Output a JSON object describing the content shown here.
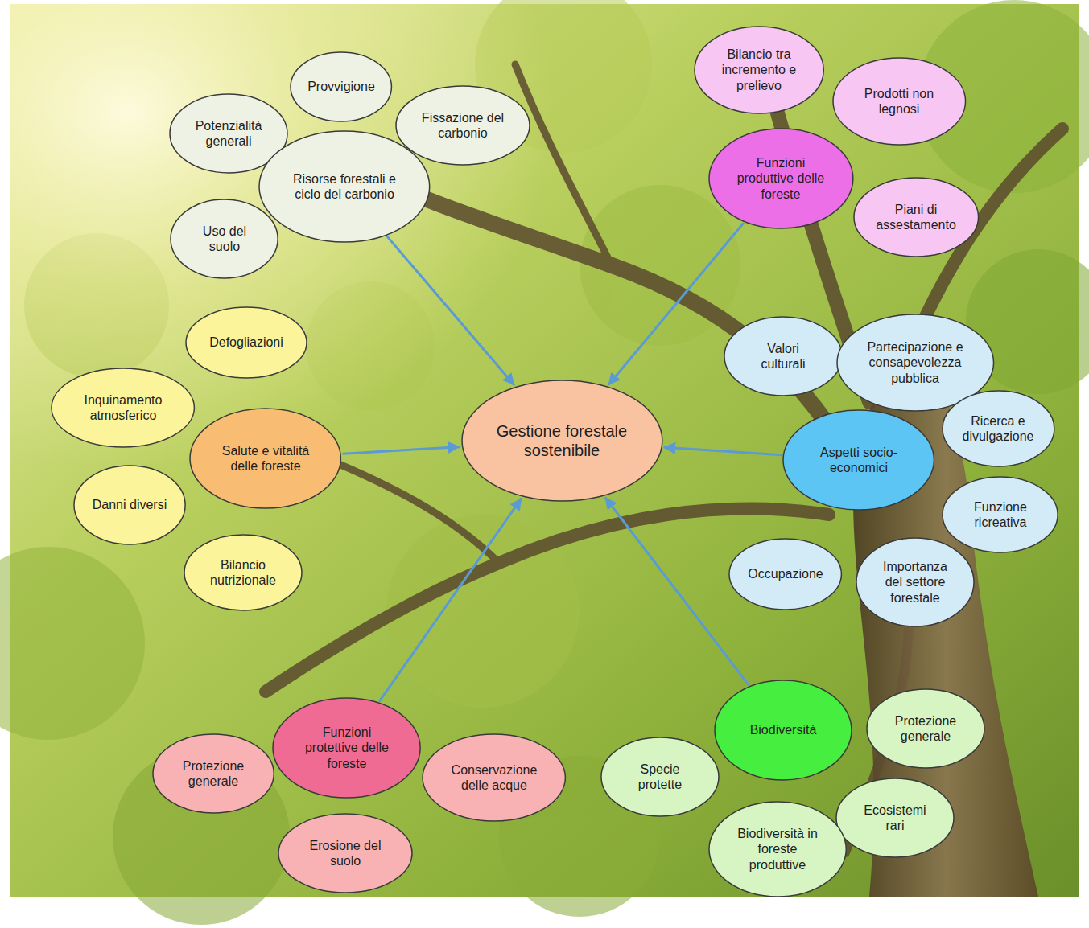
{
  "diagram": {
    "nodes": [
      {
        "text": [
          "Provvigione"
        ]
      },
      {
        "text": [
          "Potenzialità generali"
        ]
      },
      {
        "text": [
          "Fissazione del carbonio"
        ]
      },
      {
        "text": [
          "Risorse forestali e ciclo del carbonio"
        ]
      },
      {
        "text": [
          "Uso del suolo"
        ]
      },
      {
        "text": [
          "Bilancio tra incremento e prelievo"
        ]
      },
      {
        "text": [
          "Prodotti non legnosi"
        ]
      },
      {
        "text": [
          "Funzioni produttive delle foreste"
        ]
      },
      {
        "text": [
          "Piani di assestamento"
        ]
      },
      {
        "text": [
          "Defogliazioni"
        ]
      },
      {
        "text": [
          "Inquinamento atmosferico"
        ]
      },
      {
        "text": [
          "Salute e vitalità delle foreste"
        ]
      },
      {
        "text": [
          "Danni diversi"
        ]
      },
      {
        "text": [
          "Bilancio nutrizionale"
        ]
      },
      {
        "text": [
          "Gestione forestale sostenibile"
        ]
      },
      {
        "text": [
          "Valori culturali"
        ]
      },
      {
        "text": [
          "Partecipazione e consapevolezza pubblica"
        ]
      },
      {
        "text": [
          "Ricerca e divulgazione"
        ]
      },
      {
        "text": [
          "Aspetti socio-economici"
        ]
      },
      {
        "text": [
          "Funzione ricreativa"
        ]
      },
      {
        "text": [
          "Occupazione"
        ]
      },
      {
        "text": [
          "Importanza del settore forestale"
        ]
      },
      {
        "text": [
          "Funzioni protettive delle foreste"
        ]
      },
      {
        "text": [
          "Protezione generale"
        ]
      },
      {
        "text": [
          "Conservazione delle acque"
        ]
      },
      {
        "text": [
          "Erosione del suolo"
        ]
      },
      {
        "text": [
          "Biodiversità"
        ]
      },
      {
        "text": [
          "Protezione generale"
        ]
      },
      {
        "text": [
          "Specie protette"
        ]
      },
      {
        "text": [
          "Ecosistemi rari"
        ]
      },
      {
        "text": [
          "Biodiversità in foreste produttive"
        ]
      }
    ],
    "edges": [
      {
        "from": 3,
        "to": 14,
        "arrow": "to"
      },
      {
        "from": 7,
        "to": 14,
        "arrow": "to"
      },
      {
        "from": 11,
        "to": 14,
        "arrow": "to"
      },
      {
        "from": 18,
        "to": 14,
        "arrow": "to"
      },
      {
        "from": 22,
        "to": 14,
        "arrow": "to"
      },
      {
        "from": 26,
        "to": 14,
        "arrow": "to"
      }
    ]
  }
}
